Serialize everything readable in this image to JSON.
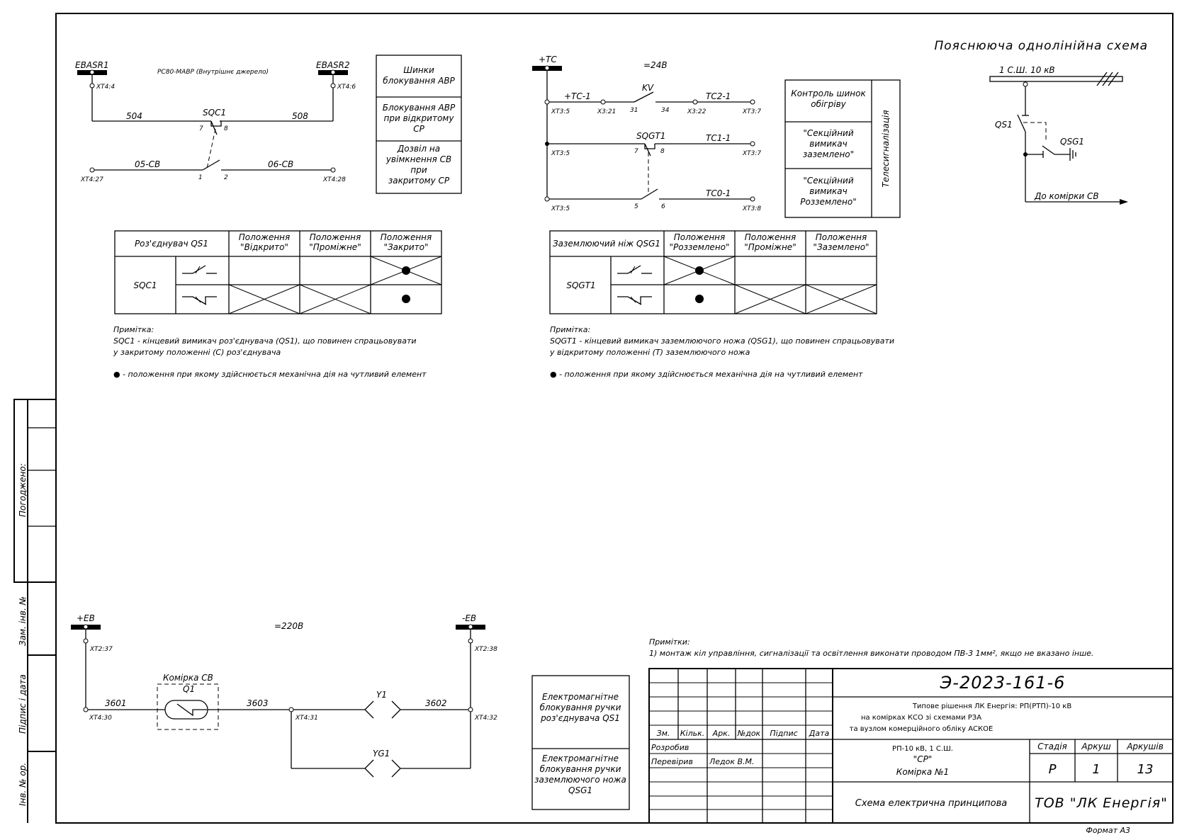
{
  "title": "Пояснююча однолінійна схема",
  "avr": {
    "ebasr1": "EBASR1",
    "ebasr2": "EBASR2",
    "source": "PC80-МАВР (Внутрішнє джерело)",
    "xt44": "XT4:4",
    "xt46": "XT4:6",
    "w504": "504",
    "w508": "508",
    "sqc1": "SQC1",
    "p7": "7",
    "p8": "8",
    "p1": "1",
    "p2": "2",
    "w05": "05-CB",
    "w06": "06-CB",
    "xt427": "XT4:27",
    "xt428": "XT4:28"
  },
  "avr_box": [
    "Шинки\nблокування АВР",
    "Блокування АВР\nпри відкритому\nСР",
    "Дозвіл на\nувімкнення СВ\nпри\nзакритому СР"
  ],
  "tc": {
    "tc": "+TC",
    "v24": "=24В",
    "tc1": "+TC-1",
    "kv": "KV",
    "tc21": "TC2-1",
    "x321": "X3:21",
    "p31": "31",
    "p34": "34",
    "x322": "X3:22",
    "xt37": "XT3:7",
    "xt35": "XT3:5",
    "sqgt1": "SQGT1",
    "tc11": "TC1-1",
    "p7": "7",
    "p8": "8",
    "tc01": "TC0-1",
    "p5": "5",
    "p6": "6",
    "xt38": "XT3:8"
  },
  "tc_box": {
    "rows": [
      "Контроль шинок\nобігріву",
      "\"Секційний\nвимикач\nзаземлено\"",
      "\"Секційний\nвимикач\nРозземлено\""
    ],
    "side": "Телесигналізація"
  },
  "sld": {
    "bus": "1 С.Ш. 10 кВ",
    "qs1": "QS1",
    "qsg1": "QSG1",
    "to_sv": "До комірки СВ"
  },
  "table1": {
    "h0": "Роз'єднувач QS1",
    "h1": "Положення\n\"Відкрито\"",
    "h2": "Положення\n\"Проміжне\"",
    "h3": "Положення\n\"Закрито\"",
    "row": "SQC1"
  },
  "table2": {
    "h0": "Заземлюючий ніж QSG1",
    "h1": "Положення\n\"Розземлено\"",
    "h2": "Положення\n\"Проміжне\"",
    "h3": "Положення\n\"Заземлено\"",
    "row": "SQGT1"
  },
  "note1": [
    "Примітка:",
    "SQC1 - кінцевий вимикач роз'єднувача (QS1), що повинен спрацьовувати",
    "у закритому положенні (С) роз'єднувача",
    "● - положення при якому здійснюється механічна дія на чутливий елемент"
  ],
  "note2": [
    "Примітка:",
    "SQGT1 - кінцевий вимикач заземлюючого ножа (QSG1), що повинен спрацьовувати",
    "у відкритому положенні (Т) заземлюючого ножа",
    "● - положення при якому здійснюється механічна дія на чутливий елемент"
  ],
  "eb": {
    "plus": "+EB",
    "minus": "-EB",
    "v220": "=220В",
    "xt237": "XT2:37",
    "xt238": "XT2:38",
    "cell": "Комірка СВ",
    "q1": "Q1",
    "w3601": "3601",
    "w3603": "3603",
    "w3602": "3602",
    "xt430": "XT4:30",
    "xt431": "XT4:31",
    "xt432": "XT4:32",
    "y1": "Y1",
    "yg1": "YG1"
  },
  "eb_box": [
    "Електромагнітне\nблокування ручки\nроз'єднувача QS1",
    "Електромагнітне\nблокування ручки\nзаземлюючого ножа\nQSG1"
  ],
  "notes": [
    "Примітки:",
    "1) монтаж кіл управління, сигналізації та освітлення виконати проводом ПВ-3 1мм², якщо не вказано інше."
  ],
  "side_labels": {
    "agreed": "Погоджено:",
    "zam": "Зам. інв. №",
    "sign": "Підпис і дата",
    "inv": "Інв. № ор."
  },
  "stamp": {
    "code": "Э-2023-161-6",
    "desc": [
      "Типове рішення ЛК Енергія: РП(РТП)-10 кВ",
      "на комірках КСО зі схемами РЗА",
      "та вузлом комерційного обліку АСКОЕ"
    ],
    "cols": [
      "Зм.",
      "Кільк.",
      "Арк.",
      "№док",
      "Підпис",
      "Дата"
    ],
    "razrobyv": "Розробив",
    "pereviryv": "Перевірив",
    "checker": "Ледок В.М.",
    "object": [
      "РП-10 кВ, 1 С.Ш.",
      "\"СР\"",
      "Комірка №1"
    ],
    "stage_h": "Стадія",
    "sheet_h": "Аркуш",
    "sheets_h": "Аркушів",
    "stage": "Р",
    "sheet": "1",
    "sheets": "13",
    "doc": "Схема електрична принципова",
    "company": "ТОВ \"ЛК Енергія\"",
    "format": "Формат А3"
  }
}
